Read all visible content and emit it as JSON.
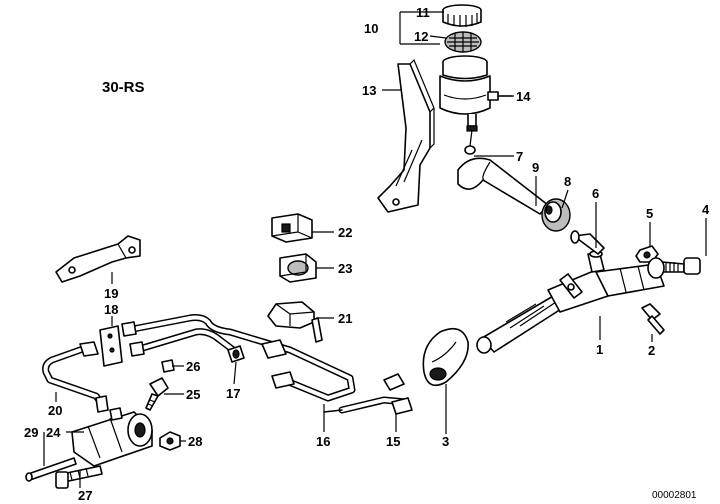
{
  "diagram": {
    "model_label": "30-RS",
    "drawing_number": "00002801",
    "callouts": {
      "n1": "1",
      "n2": "2",
      "n3": "3",
      "n4": "4",
      "n5": "5",
      "n6": "6",
      "n7": "7",
      "n8": "8",
      "n9": "9",
      "n10": "10",
      "n11": "11",
      "n12": "12",
      "n13": "13",
      "n14": "14",
      "n15": "15",
      "n16": "16",
      "n17": "17",
      "n18": "18",
      "n19": "19",
      "n20": "20",
      "n21": "21",
      "n22": "22",
      "n23": "23",
      "n24": "24",
      "n25": "25",
      "n26": "26",
      "n27": "27",
      "n28": "28",
      "n29": "29"
    }
  }
}
